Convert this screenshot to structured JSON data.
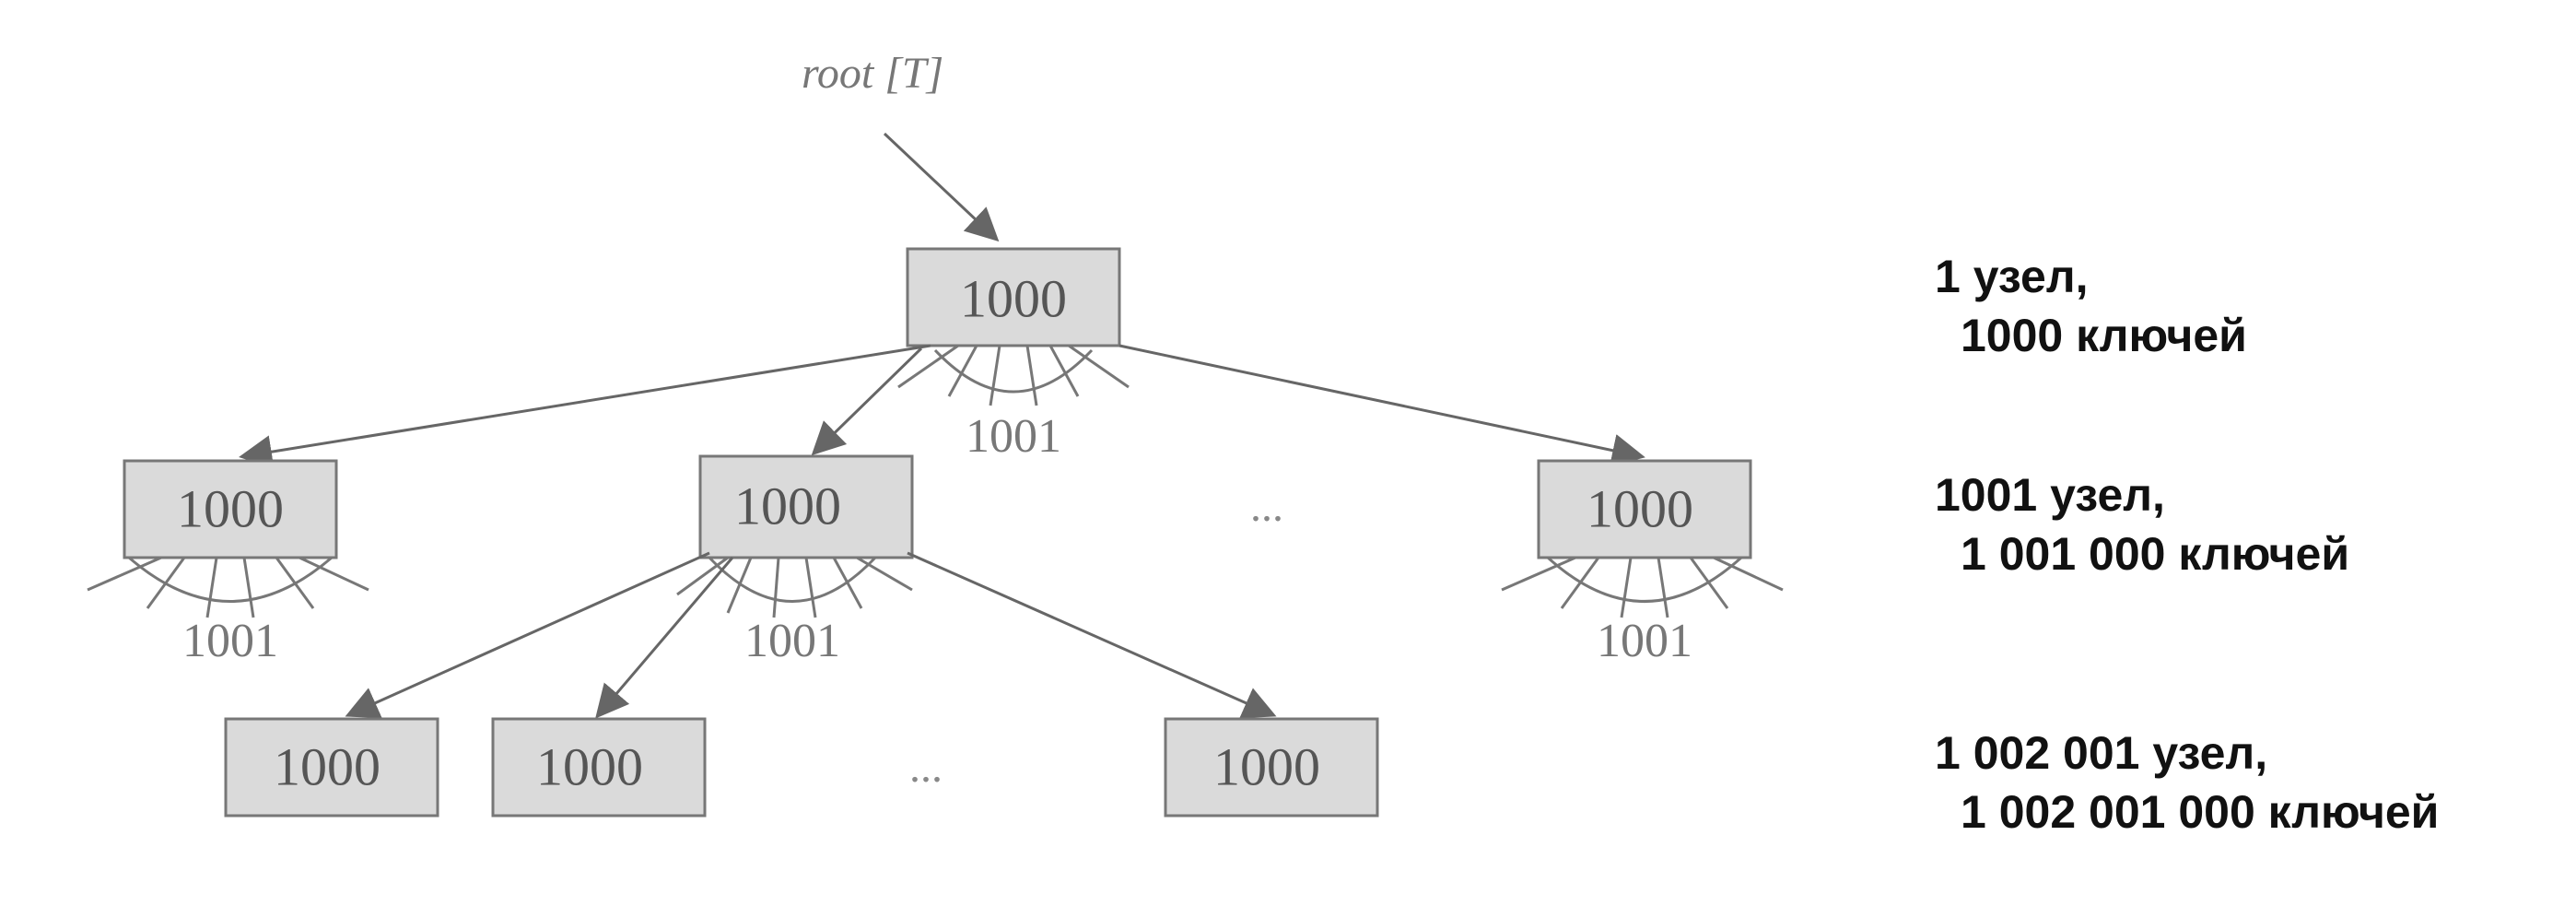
{
  "root_label": "root [T]",
  "node_keys": "1000",
  "fan_label": "1001",
  "ellipsis": "...",
  "levels": [
    {
      "nodes": "1 узел,",
      "keys": "1000 ключей"
    },
    {
      "nodes": "1001 узел,",
      "keys": "1 001 000 ключей"
    },
    {
      "nodes": "1 002 001 узел,",
      "keys": "1 002 001 000 ключей"
    }
  ]
}
